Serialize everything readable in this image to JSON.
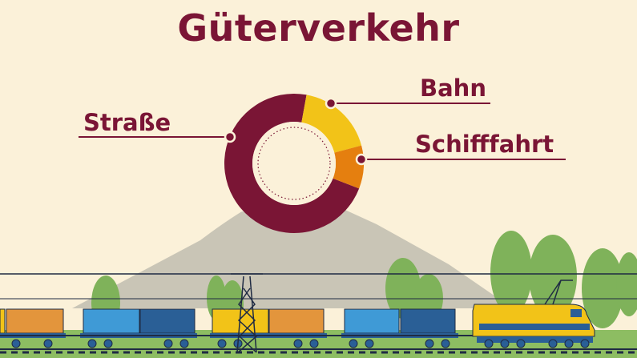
{
  "chart_data": {
    "type": "pie",
    "title": "Güterverkehr",
    "slices": [
      {
        "label": "Straße",
        "value": 72,
        "color": "#7a1535"
      },
      {
        "label": "Bahn",
        "value": 18,
        "color": "#f2c318"
      },
      {
        "label": "Schifffahrt",
        "value": 10,
        "color": "#e57f0f"
      }
    ],
    "legend": "callout lines"
  },
  "colors": {
    "background": "#fbf1d9",
    "accent": "#7a1535",
    "mountain": "#c7c3b4",
    "hills": "#7fb25a",
    "container_blue": "#3f9ad6",
    "container_darkblue": "#2a5f96",
    "container_orange": "#e3953c",
    "container_yellow": "#f2c318",
    "locomotive": "#f2c318"
  }
}
